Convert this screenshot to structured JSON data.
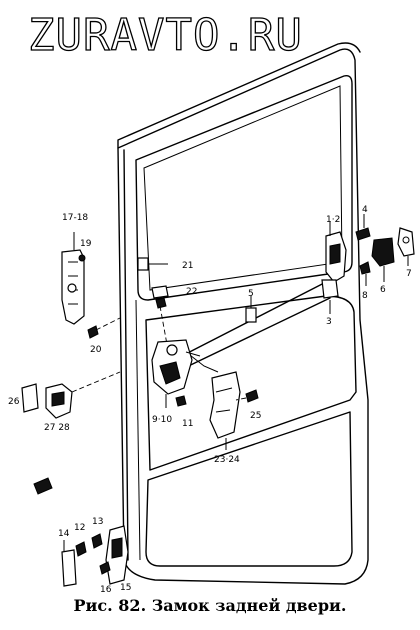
{
  "watermark": "ZURAVTO.RU",
  "caption": "Рис. 82. Замок задней двери.",
  "labels": {
    "l_17_18": "17-18",
    "l_19": "19",
    "l_20": "20",
    "l_21": "21",
    "l_22": "22",
    "l_1_2": "1·2",
    "l_4": "4",
    "l_3": "3",
    "l_5": "5",
    "l_6": "6",
    "l_7": "7",
    "l_8": "8",
    "l_26": "26",
    "l_27_28": "27 28",
    "l_9_10": "9·10",
    "l_11": "11",
    "l_25": "25",
    "l_23_24": "23·24",
    "l_14": "14",
    "l_12": "12",
    "l_13": "13",
    "l_16": "16",
    "l_15": "15"
  }
}
